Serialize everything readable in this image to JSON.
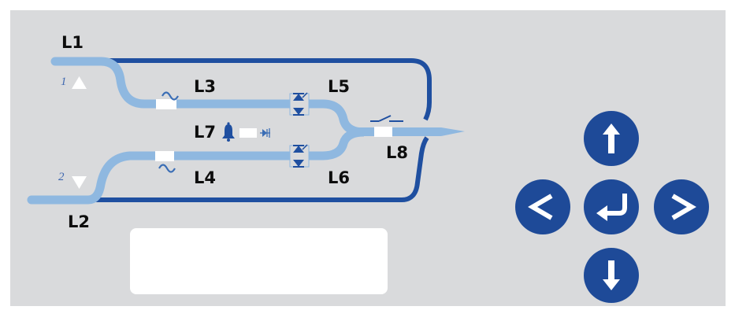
{
  "colors": {
    "panel_background": "#d9dadc",
    "bypass_line": "#1f4fa0",
    "main_line": "#8fb8e0",
    "key_button": "#1e4a98",
    "display": "#ffffff"
  },
  "mimic": {
    "labels": {
      "l1": "L1",
      "l2": "L2",
      "l3": "L3",
      "l4": "L4",
      "l5": "L5",
      "l6": "L6",
      "l7": "L7",
      "l8": "L8"
    },
    "inputs": {
      "input1_number": "1",
      "input2_number": "2"
    },
    "icons": {
      "input1_indicator": "triangle-up-icon",
      "input2_indicator": "triangle-down-icon",
      "source1_ac": "ac-sine-icon",
      "source2_ac": "ac-sine-icon",
      "alarm": "bell-icon",
      "thyristor_mark": "thyristor-icon",
      "output_switch": "switch-icon"
    }
  },
  "keypad": {
    "up_icon": "arrow-up-icon",
    "down_icon": "arrow-down-icon",
    "left_icon": "chevron-left-icon",
    "right_icon": "chevron-right-icon",
    "enter_icon": "enter-icon"
  }
}
